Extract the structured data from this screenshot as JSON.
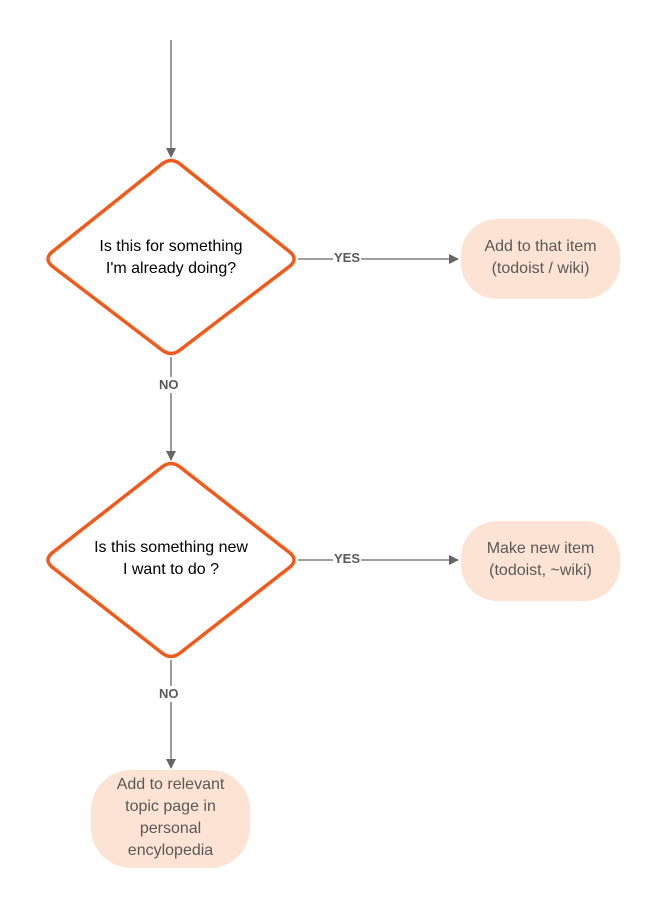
{
  "colors": {
    "decision_border": "#f15a1a",
    "terminal_fill": "#fde3d3",
    "connector": "#666666",
    "terminal_text": "#595959"
  },
  "decisions": [
    {
      "line1": "Is this for something",
      "line2": "I'm already doing?"
    },
    {
      "line1": "Is this something new",
      "line2": "I want to do ?"
    }
  ],
  "outcomes": {
    "existing_item": {
      "line1": "Add to that item",
      "line2": "(todoist / wiki)"
    },
    "new_item": {
      "line1": "Make new item",
      "line2": "(todoist, ~wiki)"
    },
    "encyclopedia": {
      "line1": "Add to relevant",
      "line2": "topic page in",
      "line3": "personal",
      "line4": "encylopedia"
    }
  },
  "edge_labels": {
    "yes_1": "YES",
    "no_1": "NO",
    "yes_2": "YES",
    "no_2": "NO"
  }
}
